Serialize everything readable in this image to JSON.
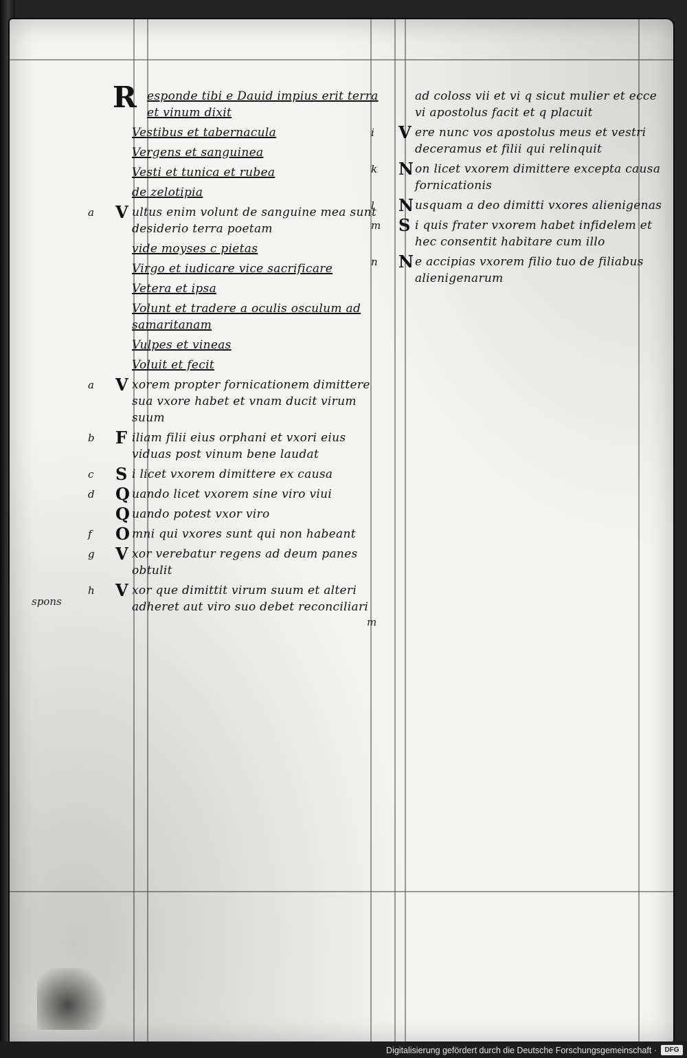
{
  "manuscript": {
    "left_column": [
      {
        "mark": "",
        "initial": "R",
        "text": "esponde tibi e Dauid impius erit terra et vinum dixit",
        "heading": true,
        "big": true
      },
      {
        "mark": "",
        "initial": "",
        "text": "Vestibus et tabernacula",
        "heading": true,
        "big": false
      },
      {
        "mark": "",
        "initial": "",
        "text": "Vergens et sanguinea",
        "heading": true,
        "big": false
      },
      {
        "mark": "",
        "initial": "",
        "text": "Vesti et tunica et rubea",
        "heading": true,
        "big": false
      },
      {
        "mark": "",
        "initial": "",
        "text": "de zelotipia",
        "heading": true,
        "big": false
      },
      {
        "mark": "a",
        "initial": "V",
        "text": "ultus enim volunt de sanguine mea sunt desiderio terra poetam",
        "heading": false,
        "big": false
      },
      {
        "mark": "",
        "initial": "",
        "text": "vide moyses c pietas",
        "heading": true,
        "big": false
      },
      {
        "mark": "",
        "initial": "",
        "text": "Virgo et iudicare vice sacrificare",
        "heading": true,
        "big": false
      },
      {
        "mark": "",
        "initial": "",
        "text": "Vetera et ipsa",
        "heading": true,
        "big": false
      },
      {
        "mark": "",
        "initial": "",
        "text": "Volunt et tradere a oculis osculum ad samaritanam",
        "heading": true,
        "big": false
      },
      {
        "mark": "",
        "initial": "",
        "text": "Vulpes et vineas",
        "heading": true,
        "big": false
      },
      {
        "mark": "",
        "initial": "",
        "text": "Voluit et fecit",
        "heading": true,
        "big": false
      },
      {
        "mark": "a",
        "initial": "V",
        "text": "xorem propter fornicationem dimittere sua vxore habet et vnam ducit virum suum",
        "heading": false,
        "big": false
      },
      {
        "mark": "b",
        "initial": "F",
        "text": "iliam filii eius orphani et vxori eius viduas post vinum bene laudat",
        "heading": false,
        "big": false
      },
      {
        "mark": "c",
        "initial": "S",
        "text": "i licet vxorem dimittere ex causa",
        "heading": false,
        "big": false
      },
      {
        "mark": "d",
        "initial": "Q",
        "text": "uando licet vxorem sine viro viui",
        "heading": false,
        "big": false
      },
      {
        "mark": "",
        "initial": "Q",
        "text": "uando potest vxor viro",
        "heading": false,
        "big": false
      },
      {
        "mark": "f",
        "initial": "O",
        "text": "mni qui vxores sunt qui non habeant",
        "heading": false,
        "big": false
      },
      {
        "mark": "g",
        "initial": "V",
        "text": "xor verebatur regens ad deum panes obtulit",
        "heading": false,
        "big": false
      },
      {
        "mark": "h",
        "initial": "V",
        "text": "xor que dimittit virum suum et alteri adheret aut viro suo debet reconciliari",
        "heading": false,
        "big": false
      }
    ],
    "right_column": [
      {
        "mark": "",
        "initial": "",
        "text": "ad coloss vii et vi q sicut mulier et ecce vi apostolus facit et q placuit",
        "heading": false,
        "big": false
      },
      {
        "mark": "i",
        "initial": "V",
        "text": "ere nunc vos apostolus meus et vestri deceramus et filii qui relinquit",
        "heading": false,
        "big": false
      },
      {
        "mark": "k",
        "initial": "N",
        "text": "on licet vxorem dimittere excepta causa fornicationis",
        "heading": false,
        "big": false
      },
      {
        "mark": "l",
        "initial": "N",
        "text": "usquam a deo dimitti vxores alienigenas",
        "heading": false,
        "big": false
      },
      {
        "mark": "m",
        "initial": "S",
        "text": "i quis frater vxorem habet infidelem et hec consentit habitare cum illo",
        "heading": false,
        "big": false
      },
      {
        "mark": "n",
        "initial": "N",
        "text": "e accipias vxorem filio tuo de filiabus alienigenarum",
        "heading": false,
        "big": false
      }
    ],
    "margin_notes": [
      {
        "text": "spons"
      },
      {
        "text": "m"
      }
    ]
  },
  "footer": {
    "credit": "Digitalisierung gefördert durch die Deutsche Forschungsgemeinschaft ·",
    "logo": "DFG"
  }
}
